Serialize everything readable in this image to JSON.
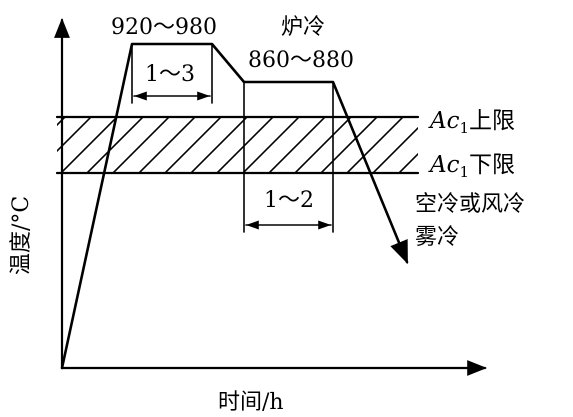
{
  "axes": {
    "y_label": "温度/°C",
    "x_label": "时间/h"
  },
  "labels": {
    "first_hold_temp": "920～980",
    "first_hold_time": "1～3",
    "furnace_cool": "炉冷",
    "second_hold_temp": "860～880",
    "second_hold_time": "1～2",
    "ac1_upper": {
      "main": "Ac",
      "sub": "1",
      "suffix": "上限"
    },
    "ac1_lower": {
      "main": "Ac",
      "sub": "1",
      "suffix": "下限"
    },
    "final_cool_line1": "空冷或风冷",
    "final_cool_line2": "雾冷"
  }
}
